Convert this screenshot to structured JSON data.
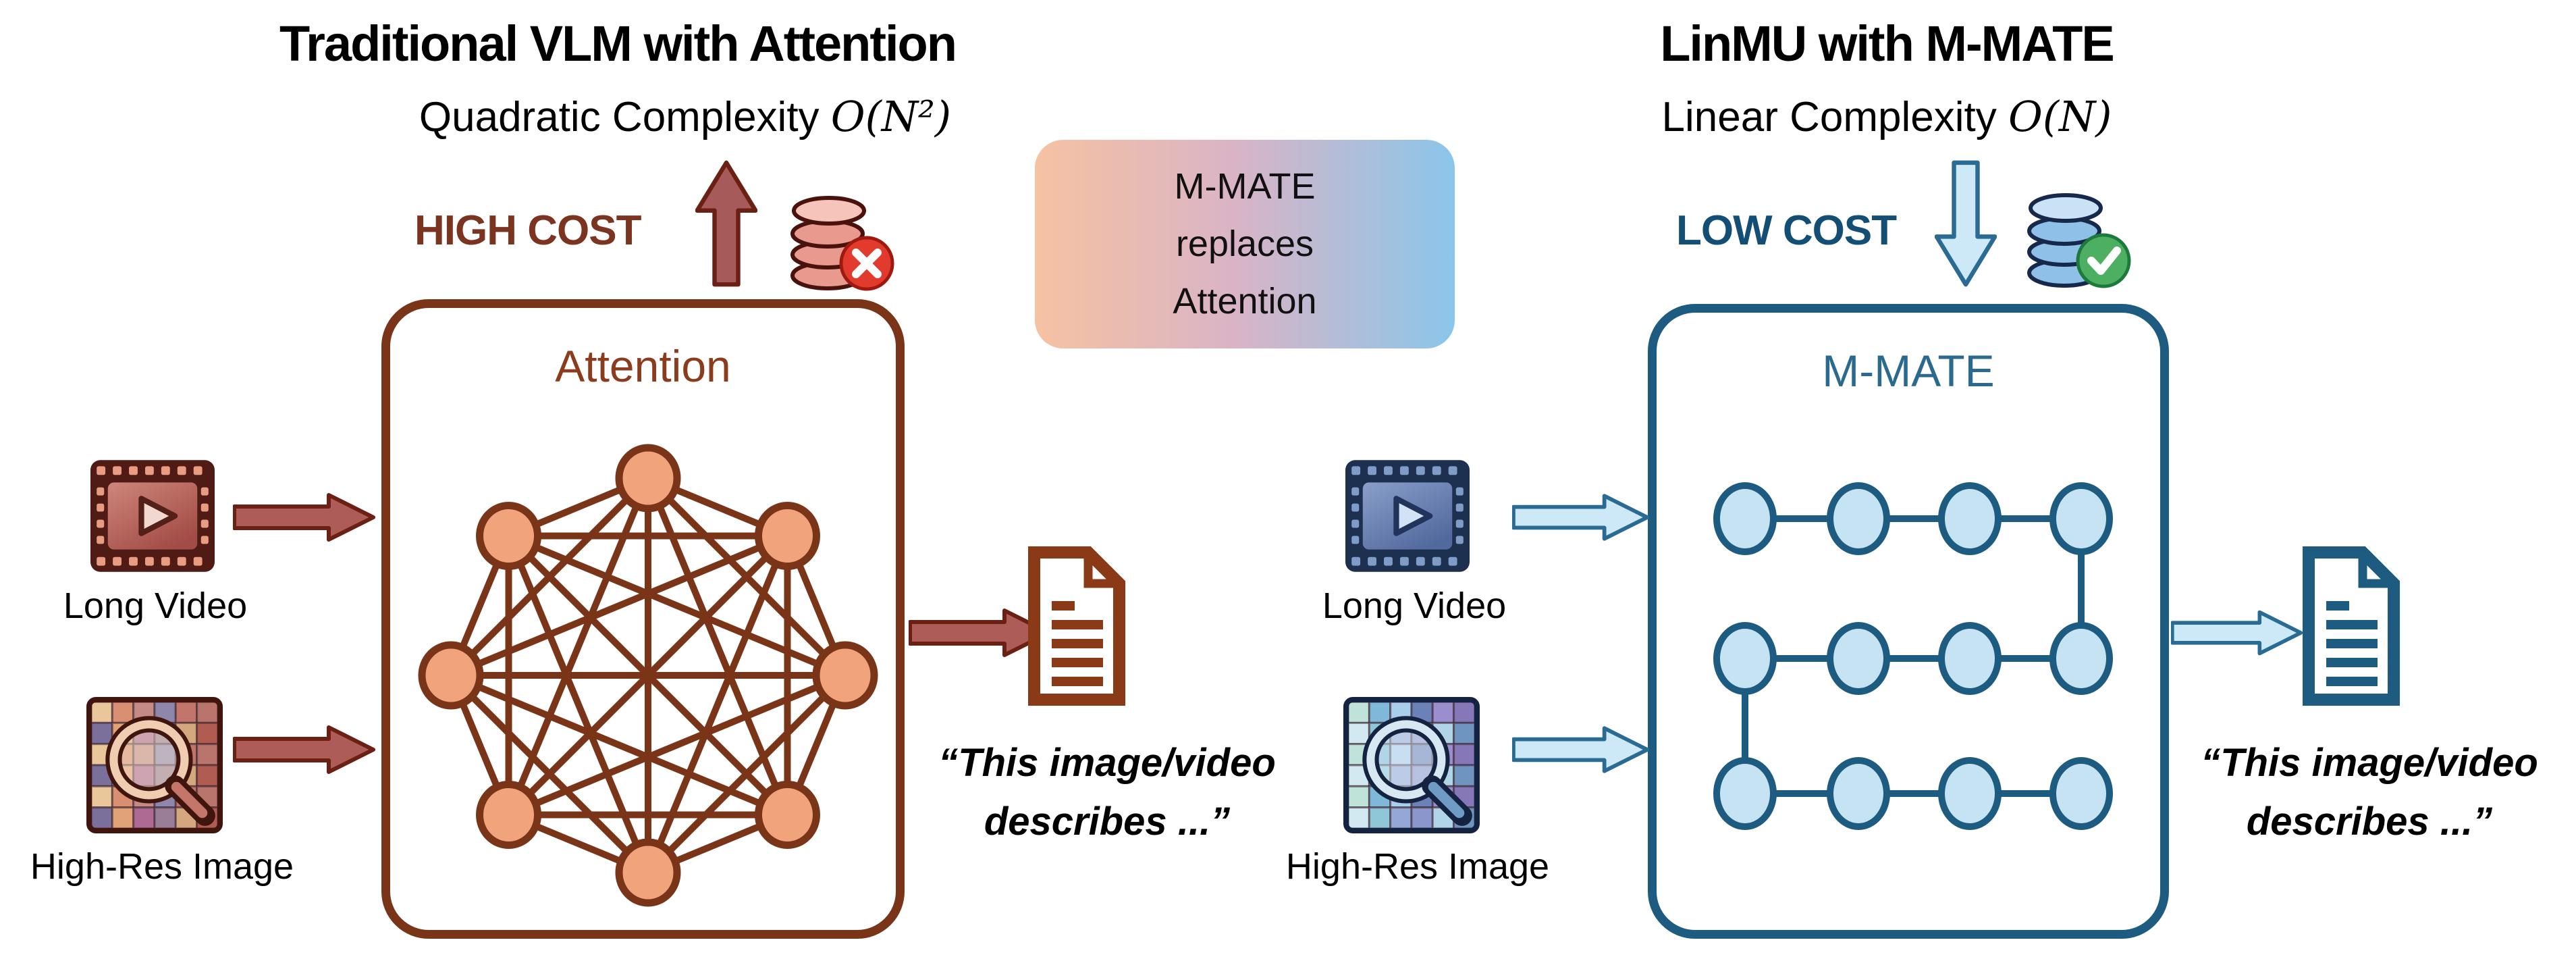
{
  "palette": {
    "left_accent": "#7a3418",
    "left_label": "#8a3c1c",
    "left_cost": "#7b3420",
    "left_node_fill": "#f1a47c",
    "left_arrow_fill": "#ad5c58",
    "left_arrow_stroke": "#6b2014",
    "right_accent": "#1d5c80",
    "right_label": "#2b6a8f",
    "right_cost": "#134e75",
    "right_node_fill": "#c6e3f3",
    "right_arrow_fill": "#cde9f7",
    "right_arrow_stroke": "#2a6b93",
    "center_gradient_start": "#f6c2a2",
    "center_gradient_end": "#8ac6ea"
  },
  "left": {
    "title": "Traditional VLM with Attention",
    "complexity_prefix": "Quadratic Complexity ",
    "complexity_math": "O(N²)",
    "cost_label": "HIGH COST",
    "cost_icon": "coin-stack-with-x",
    "cost_arrow": "up-arrow",
    "box_label": "Attention",
    "input_video_label": "Long Video",
    "input_image_label": "High-Res Image",
    "output_quote": "“This image/video describes ...”",
    "graph": {
      "type": "complete",
      "node_count": 8
    }
  },
  "center_note": {
    "line1": "M-MATE",
    "line2": "replaces",
    "line3": "Attention"
  },
  "right": {
    "title": "LinMU with M-MATE",
    "complexity_prefix": "Linear Complexity ",
    "complexity_math": "O(N)",
    "cost_label": "LOW COST",
    "cost_icon": "coin-stack-with-check",
    "cost_arrow": "down-arrow",
    "box_label": "M-MATE",
    "input_video_label": "Long Video",
    "input_image_label": "High-Res Image",
    "output_quote": "“This image/video describes ...”",
    "graph": {
      "type": "serpentine",
      "rows": 3,
      "cols": 4,
      "node_count": 12
    }
  }
}
